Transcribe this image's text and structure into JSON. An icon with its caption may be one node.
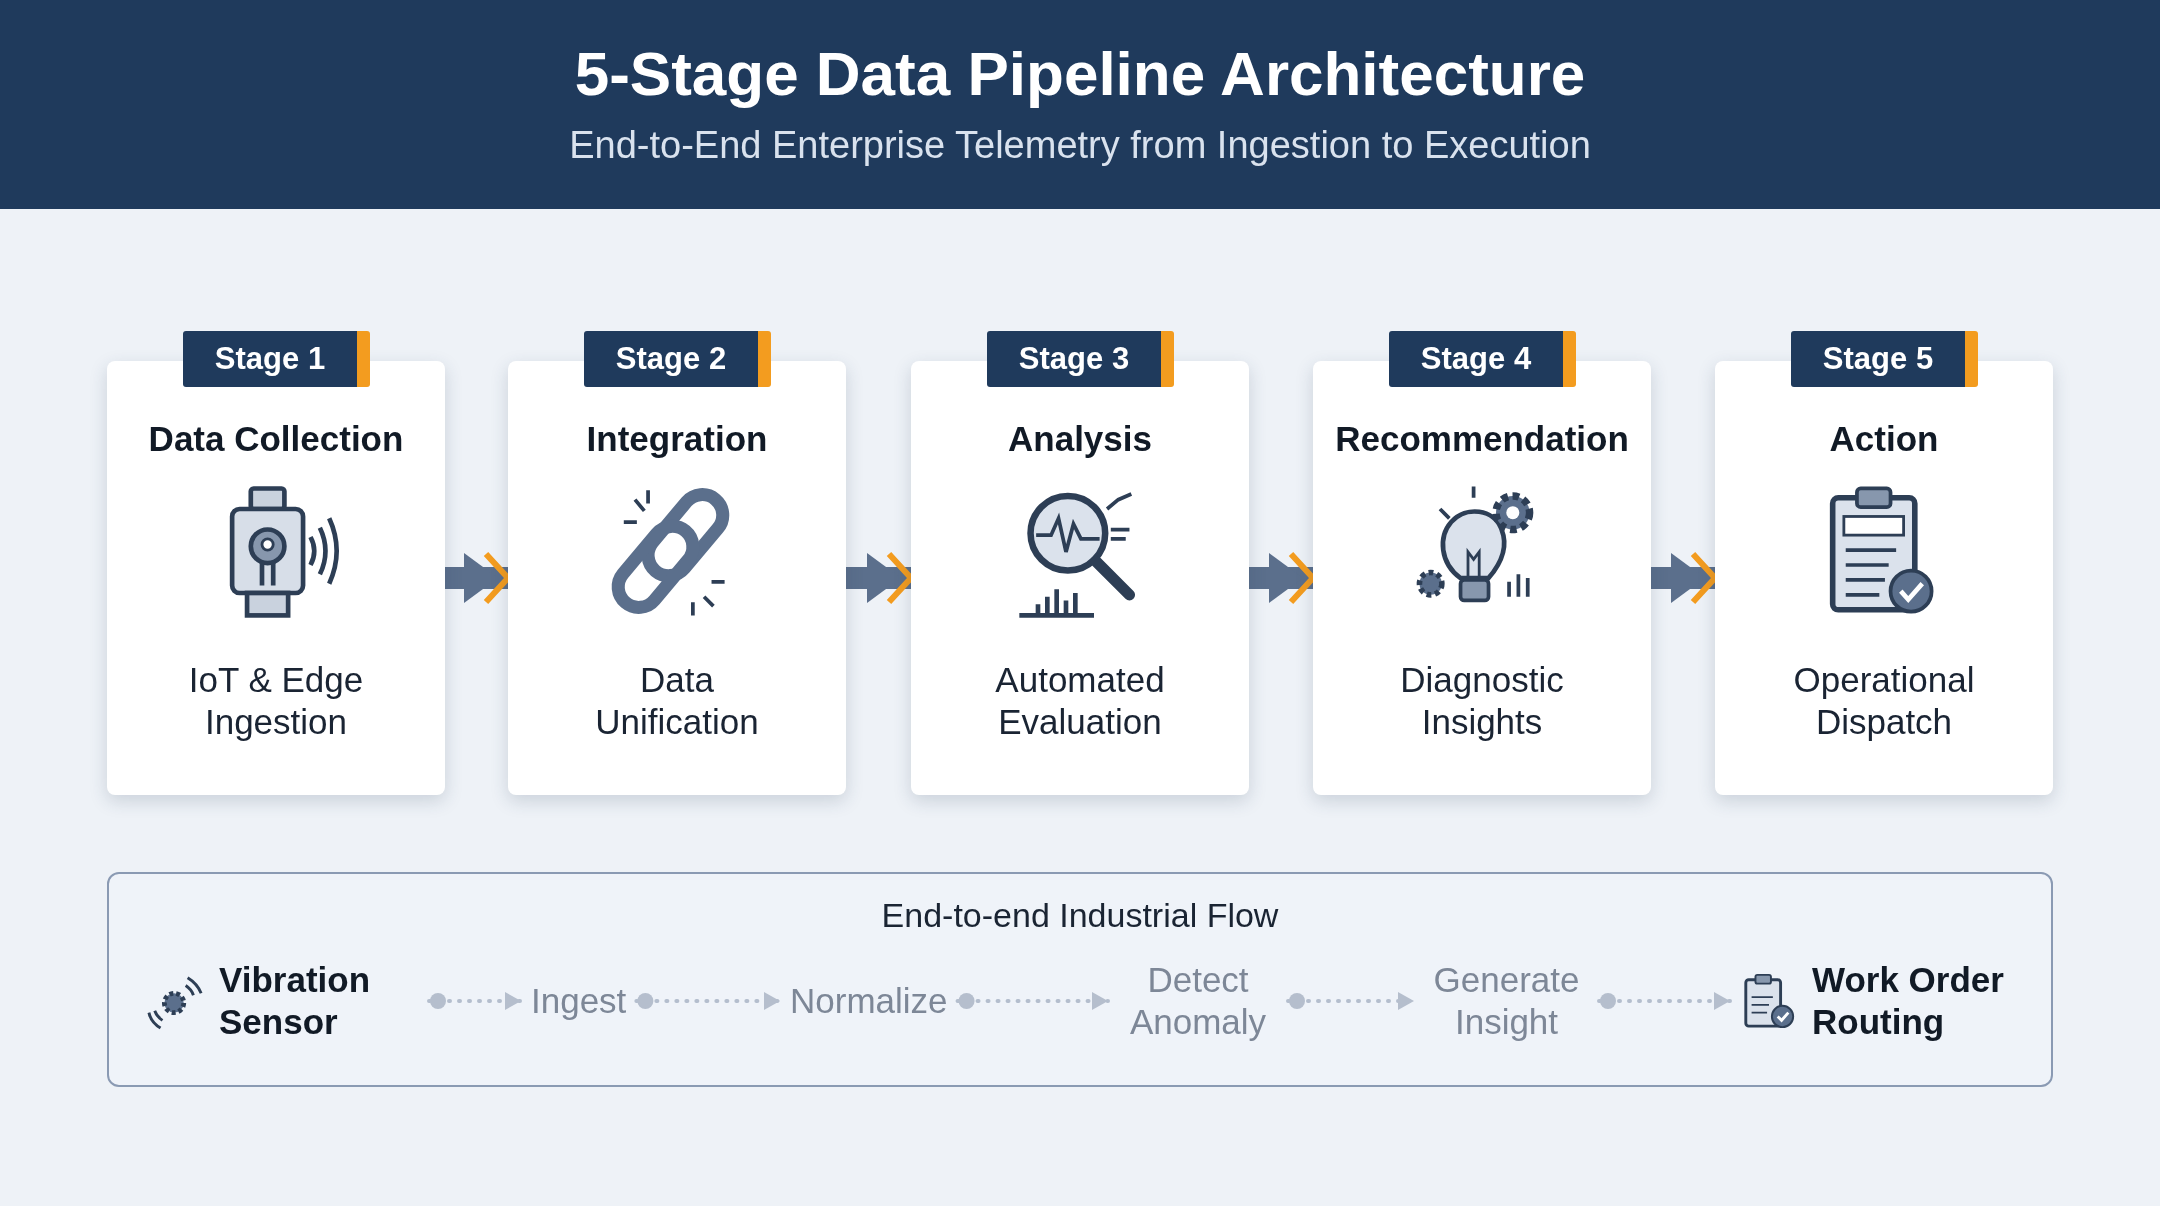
{
  "diagram": {
    "title": "5-Stage Data Pipeline Architecture",
    "nodes": [
      {
        "text": [
          "Stage 1",
          "Data Collection",
          "IoT & Edge Ingestion"
        ]
      },
      {
        "text": [
          "Stage 2",
          "Integration",
          "Data Unification"
        ]
      },
      {
        "text": [
          "Stage 3",
          "Analysis",
          "Automated Evaluation"
        ]
      },
      {
        "text": [
          "Stage 4",
          "Recommendation",
          "Diagnostic Insights"
        ]
      },
      {
        "text": [
          "Stage 5",
          "Action",
          "Operational Dispatch"
        ]
      },
      {
        "text": [
          "End-to-end Industrial Flow"
        ]
      },
      {
        "text": [
          "Vibration Sensor"
        ],
        "in": 5
      },
      {
        "text": [
          "Ingest"
        ],
        "in": 5
      },
      {
        "text": [
          "Normalize"
        ],
        "in": 5
      },
      {
        "text": [
          "Detect Anomaly"
        ],
        "in": 5
      },
      {
        "text": [
          "Generate Insight"
        ],
        "in": 5
      },
      {
        "text": [
          "Work Order Routing"
        ],
        "in": 5
      }
    ],
    "edges": [
      {
        "from": 0,
        "to": 1,
        "arrow": "to",
        "style": "thick"
      },
      {
        "from": 1,
        "to": 2,
        "arrow": "to",
        "style": "thick"
      },
      {
        "from": 2,
        "to": 3,
        "arrow": "to",
        "style": "thick"
      },
      {
        "from": 3,
        "to": 4,
        "arrow": "to",
        "style": "thick"
      },
      {
        "from": 6,
        "to": 7,
        "arrow": "to",
        "style": "dashed"
      },
      {
        "from": 7,
        "to": 8,
        "arrow": "to",
        "style": "dashed"
      },
      {
        "from": 8,
        "to": 9,
        "arrow": "to",
        "style": "dashed"
      },
      {
        "from": 9,
        "to": 10,
        "arrow": "to",
        "style": "dashed"
      },
      {
        "from": 10,
        "to": 11,
        "arrow": "to",
        "style": "dashed"
      }
    ],
    "labels": [
      "End-to-End Enterprise Telemetry from Ingestion to Execution"
    ]
  }
}
